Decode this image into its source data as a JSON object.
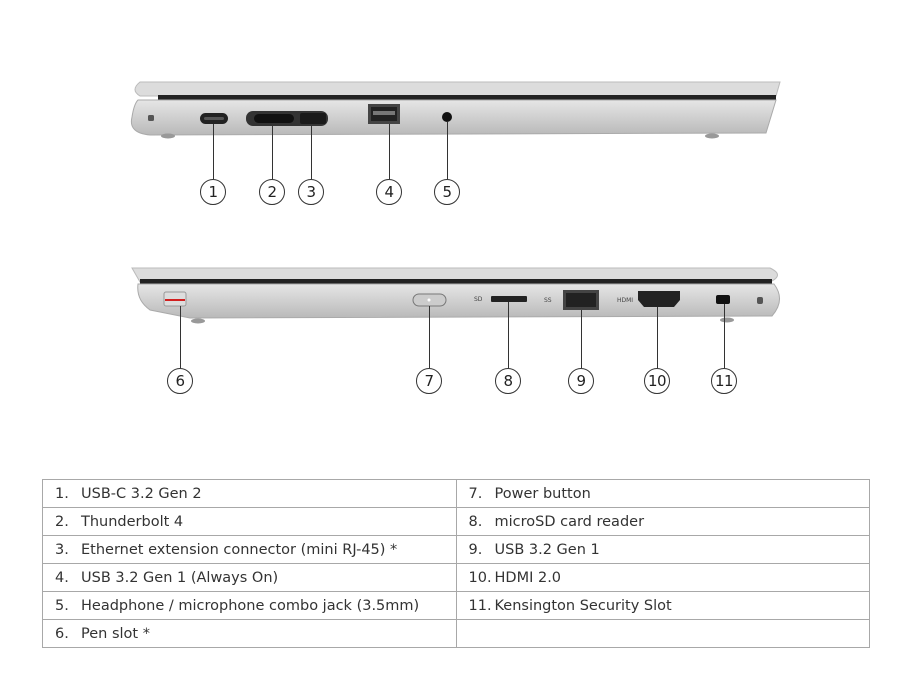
{
  "callouts_left_side": [
    "1",
    "2",
    "3",
    "4",
    "5"
  ],
  "callouts_right_side": [
    "6",
    "7",
    "8",
    "9",
    "10",
    "11"
  ],
  "spec_table": {
    "left": [
      {
        "num": "1.",
        "label": "USB-C 3.2 Gen 2"
      },
      {
        "num": "2.",
        "label": "Thunderbolt 4"
      },
      {
        "num": "3.",
        "label": "Ethernet extension connector (mini RJ-45) *"
      },
      {
        "num": "4.",
        "label": "USB 3.2 Gen 1 (Always On)"
      },
      {
        "num": "5.",
        "label": "Headphone / microphone combo jack (3.5mm)"
      },
      {
        "num": "6.",
        "label": "Pen slot *"
      }
    ],
    "right": [
      {
        "num": "7.",
        "label": "Power button"
      },
      {
        "num": "8.",
        "label": "microSD card reader"
      },
      {
        "num": "9.",
        "label": "USB 3.2 Gen 1"
      },
      {
        "num": "10.",
        "label": "HDMI 2.0"
      },
      {
        "num": "11.",
        "label": "Kensington Security Slot"
      },
      {
        "num": "",
        "label": ""
      }
    ]
  },
  "port_labels": {
    "hdmi": "HDMI",
    "ss": "SS",
    "sd": "SD"
  }
}
